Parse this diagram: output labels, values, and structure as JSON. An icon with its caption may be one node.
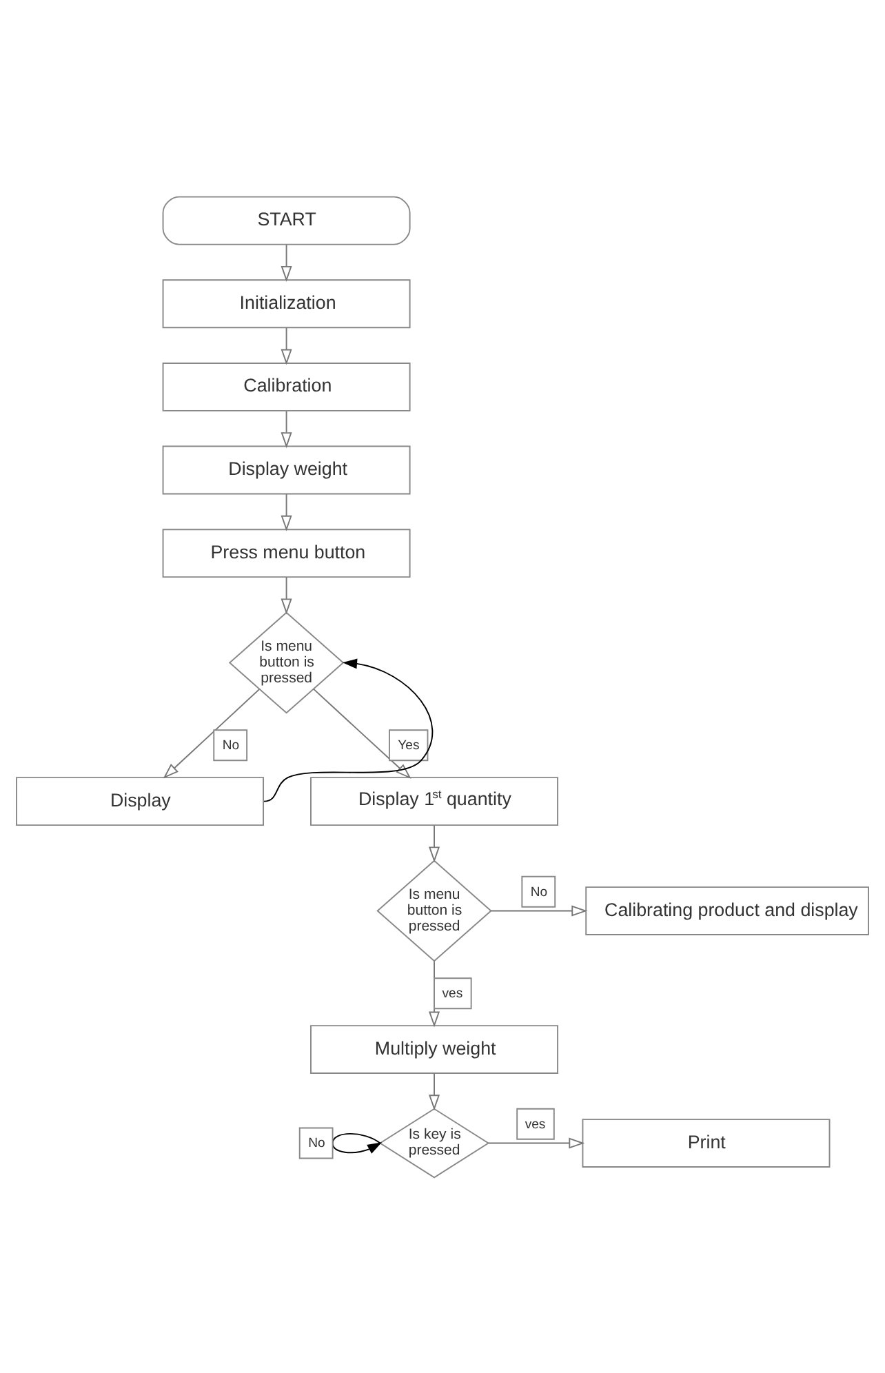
{
  "diagram": {
    "nodes": [
      {
        "text": [
          "START"
        ]
      },
      {
        "text": [
          "Initialization"
        ]
      },
      {
        "text": [
          "Calibration"
        ]
      },
      {
        "text": [
          "Display weight"
        ]
      },
      {
        "text": [
          "Press menu button"
        ]
      },
      {
        "text": [
          "Is menu button is pressed"
        ]
      },
      {
        "text": [
          "Display"
        ]
      },
      {
        "text": [
          "Display 1$^{st}$ quantity"
        ]
      },
      {
        "text": [
          "Is menu button is pressed"
        ]
      },
      {
        "text": [
          "Calibrating product and display"
        ]
      },
      {
        "text": [
          "Multiply weight"
        ]
      },
      {
        "text": [
          "Is key is pressed"
        ]
      },
      {
        "text": [
          "Print"
        ]
      }
    ],
    "edges": [
      {
        "from": 0,
        "to": 1,
        "arrow": "to"
      },
      {
        "from": 1,
        "to": 2,
        "arrow": "to"
      },
      {
        "from": 2,
        "to": 3,
        "arrow": "to"
      },
      {
        "from": 3,
        "to": 4,
        "arrow": "to"
      },
      {
        "from": 4,
        "to": 5,
        "arrow": "to"
      },
      {
        "from": 5,
        "to": 6,
        "arrow": "to",
        "label": "No"
      },
      {
        "from": 6,
        "to": 5,
        "arrow": "to",
        "color": "#000000"
      },
      {
        "from": 5,
        "to": 7,
        "arrow": "to",
        "label": "Yes"
      },
      {
        "from": 7,
        "to": 8,
        "arrow": "to"
      },
      {
        "from": 8,
        "to": 9,
        "arrow": "to",
        "label": "No"
      },
      {
        "from": 8,
        "to": 10,
        "arrow": "to",
        "label": "ves"
      },
      {
        "from": 10,
        "to": 11,
        "arrow": "to"
      },
      {
        "from": 11,
        "to": 12,
        "arrow": "to",
        "label": "ves"
      },
      {
        "from": 11,
        "to": 11,
        "arrow": "to",
        "label": "No",
        "color": "#000000"
      }
    ]
  }
}
